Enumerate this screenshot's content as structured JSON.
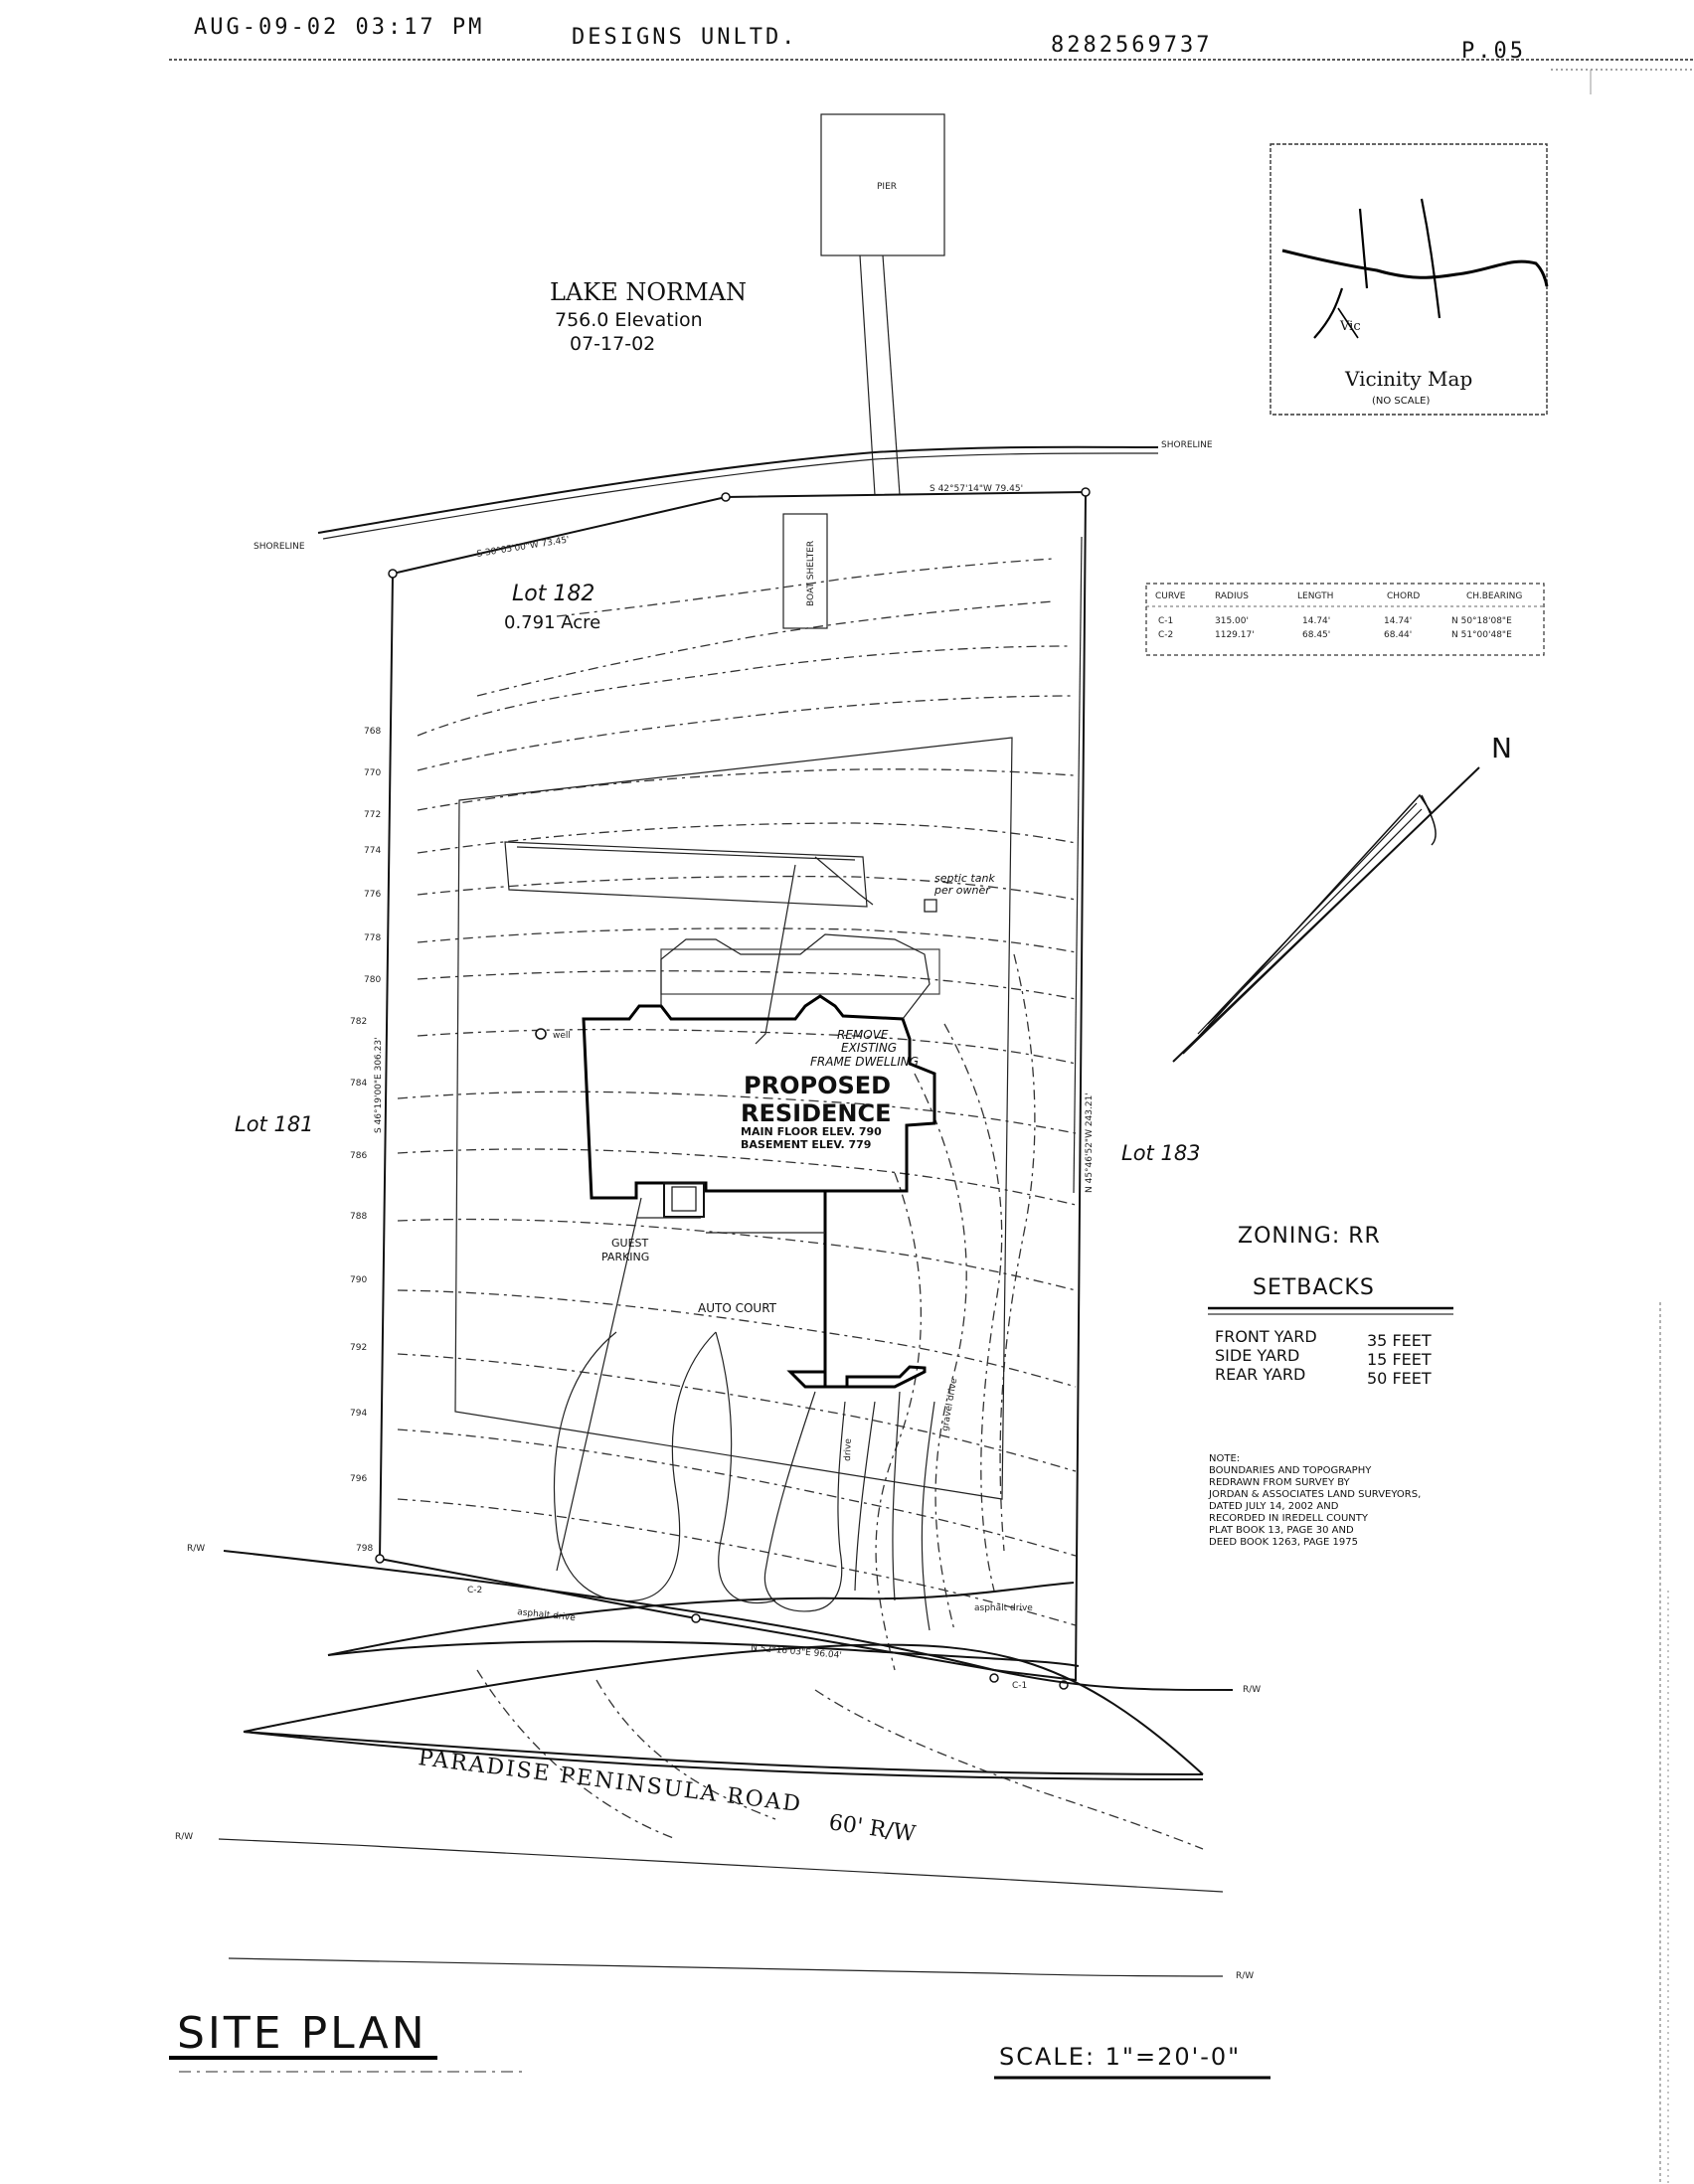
{
  "fax_header": {
    "timestamp": "AUG-09-02 03:17 PM",
    "sender": "DESIGNS UNLTD.",
    "phone": "8282569737",
    "page": "P.05"
  },
  "lake": {
    "name": "LAKE NORMAN",
    "elevation": "756.0 Elevation",
    "date": "07-17-02"
  },
  "vicinity_map": {
    "title": "Vicinity Map",
    "subtitle": "(NO SCALE)",
    "site_label": "Vic"
  },
  "labels": {
    "pier": "PIER",
    "boat_shelter": "BOAT SHELTER",
    "shoreline_left": "SHORELINE",
    "shoreline_right": "SHORELINE",
    "bearing_north": "S 42°57'14\"W  79.45'",
    "bearing_northwest": "S 30°05'00\"W  73.45'",
    "bearing_west": "S 46°19'00\"E  306.23'",
    "bearing_east": "N 45°46'52\"W  243.21'",
    "bearing_south": "N 52°16'03\"E  96.04'",
    "lot_center": "Lot 182",
    "acreage": "0.791 Acre",
    "lot_left": "Lot 181",
    "lot_right": "Lot 183",
    "septic": "septic tank",
    "septic_sub": "per owner",
    "well": "well",
    "remove": "REMOVE",
    "existing": "EXISTING",
    "frame_dwelling": "FRAME DWELLING",
    "proposed": "PROPOSED",
    "residence": "RESIDENCE",
    "main_floor": "MAIN FLOOR ELEV. 790",
    "basement": "BASEMENT ELEV. 779",
    "guest": "GUEST",
    "parking": "PARKING",
    "auto_court": "AUTO COURT",
    "drive": "drive",
    "gravel_drive": "gravel drive",
    "asphalt_left": "asphalt drive",
    "asphalt_right": "asphalt drive",
    "rw": "R/W",
    "c1": "C-1",
    "c2": "C-2",
    "road": "PARADISE PENINSULA ROAD",
    "road_rw": "60' R/W",
    "north": "N"
  },
  "contour_labels": [
    "768",
    "770",
    "772",
    "774",
    "776",
    "778",
    "780",
    "782",
    "784",
    "786",
    "788",
    "790",
    "792",
    "794",
    "796",
    "798"
  ],
  "curve_table": {
    "headers": [
      "CURVE",
      "RADIUS",
      "LENGTH",
      "CHORD",
      "CH.BEARING"
    ],
    "rows": [
      [
        "C-1",
        "315.00'",
        "14.74'",
        "14.74'",
        "N 50°18'08\"E"
      ],
      [
        "C-2",
        "1129.17'",
        "68.45'",
        "68.44'",
        "N 51°00'48\"E"
      ]
    ]
  },
  "zoning": {
    "title": "ZONING:  RR",
    "setbacks_title": "SETBACKS",
    "rows": [
      {
        "label": "FRONT YARD",
        "value": "35 FEET"
      },
      {
        "label": "SIDE YARD",
        "value": "15 FEET"
      },
      {
        "label": "REAR YARD",
        "value": "50 FEET"
      }
    ]
  },
  "note": [
    "NOTE:",
    "BOUNDARIES AND TOPOGRAPHY",
    "REDRAWN FROM SURVEY BY",
    "JORDAN & ASSOCIATES LAND SURVEYORS,",
    "DATED JULY 14, 2002 AND",
    "RECORDED IN IREDELL COUNTY",
    "PLAT BOOK 13, PAGE 30 AND",
    "DEED BOOK 1263, PAGE 1975"
  ],
  "title_block": {
    "title": "SITE PLAN",
    "scale": "SCALE:  1\"=20'-0\""
  }
}
